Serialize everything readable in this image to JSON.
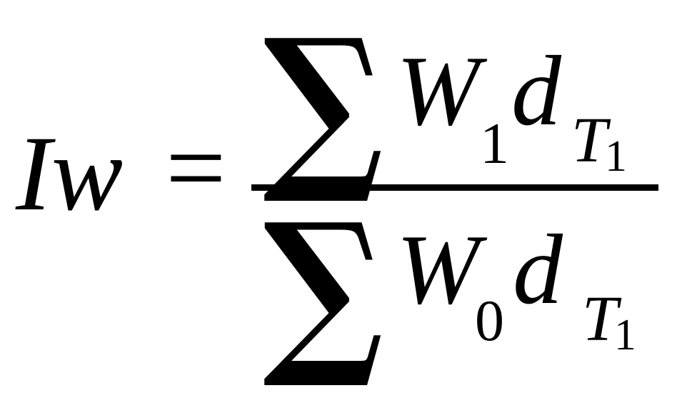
{
  "formula": {
    "lhs": "Iw",
    "equals": "=",
    "numerator": {
      "sigma": "∑",
      "weight": "W",
      "weight_sub": "1",
      "distance": "d",
      "distance_sub": "T",
      "distance_subsub": "1"
    },
    "denominator": {
      "sigma": "∑",
      "weight": "W",
      "weight_sub": "0",
      "distance": "d",
      "distance_sub": "T",
      "distance_subsub": "1"
    }
  }
}
